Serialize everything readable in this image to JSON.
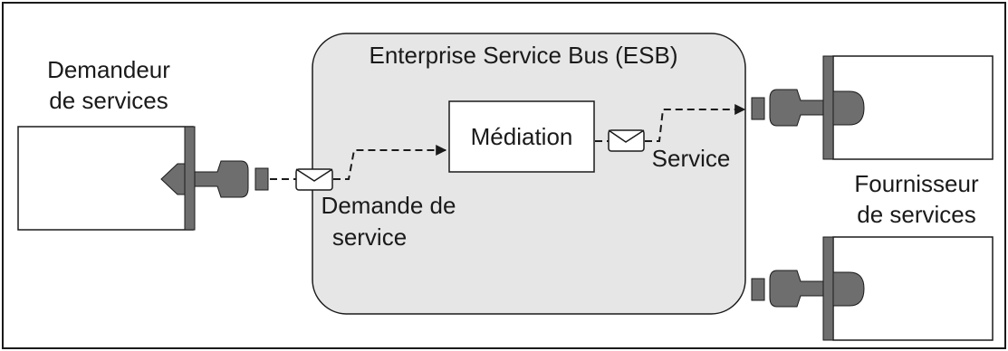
{
  "diagram": {
    "esb_title": "Enterprise Service Bus (ESB)",
    "requester_label": [
      "Demandeur",
      "de services"
    ],
    "provider_label": [
      "Fournisseur",
      "de services"
    ],
    "mediation_label": "Médiation",
    "request_label": [
      "Demande de",
      "service"
    ],
    "service_label": "Service"
  },
  "colors": {
    "esb_fill": "#e6e6e6",
    "connector_fill": "#6e6e6e",
    "line": "#1a1a1a"
  }
}
